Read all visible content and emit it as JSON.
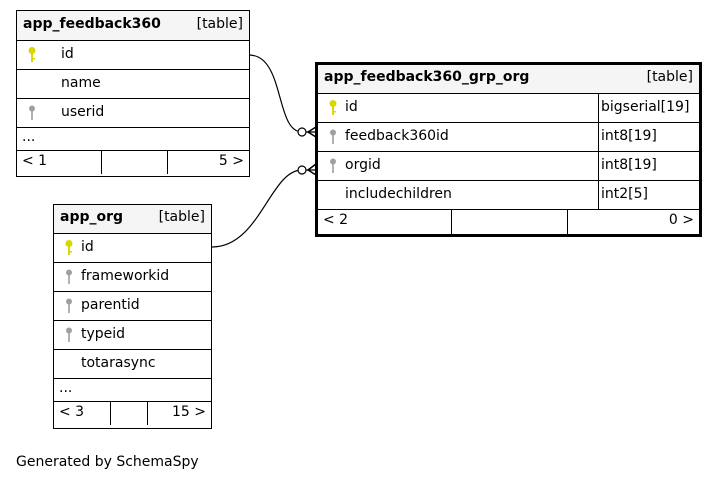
{
  "tables": {
    "feedback360": {
      "name": "app_feedback360",
      "type": "[table]",
      "columns": [
        {
          "name": "id",
          "key": "primary"
        },
        {
          "name": "name",
          "key": "none"
        },
        {
          "name": "userid",
          "key": "foreign"
        }
      ],
      "more": "...",
      "footer": {
        "left": "< 1",
        "right": "5 >"
      }
    },
    "grp_org": {
      "name": "app_feedback360_grp_org",
      "type": "[table]",
      "columns": [
        {
          "name": "id",
          "type": "bigserial[19]",
          "key": "primary"
        },
        {
          "name": "feedback360id",
          "type": "int8[19]",
          "key": "foreign"
        },
        {
          "name": "orgid",
          "type": "int8[19]",
          "key": "foreign"
        },
        {
          "name": "includechildren",
          "type": "int2[5]",
          "key": "none"
        }
      ],
      "footer": {
        "left": "< 2",
        "right": "0 >"
      }
    },
    "org": {
      "name": "app_org",
      "type": "[table]",
      "columns": [
        {
          "name": "id",
          "key": "primary"
        },
        {
          "name": "frameworkid",
          "key": "foreign"
        },
        {
          "name": "parentid",
          "key": "foreign"
        },
        {
          "name": "typeid",
          "key": "foreign"
        },
        {
          "name": "totarasync",
          "key": "none"
        }
      ],
      "more": "...",
      "footer": {
        "left": "< 3",
        "right": "15 >"
      }
    }
  },
  "colors": {
    "primary_key": "#d8d800",
    "foreign_key": "#a0a0a0",
    "header_bg": "#f5f5f5"
  },
  "generated_by": "Generated by SchemaSpy"
}
